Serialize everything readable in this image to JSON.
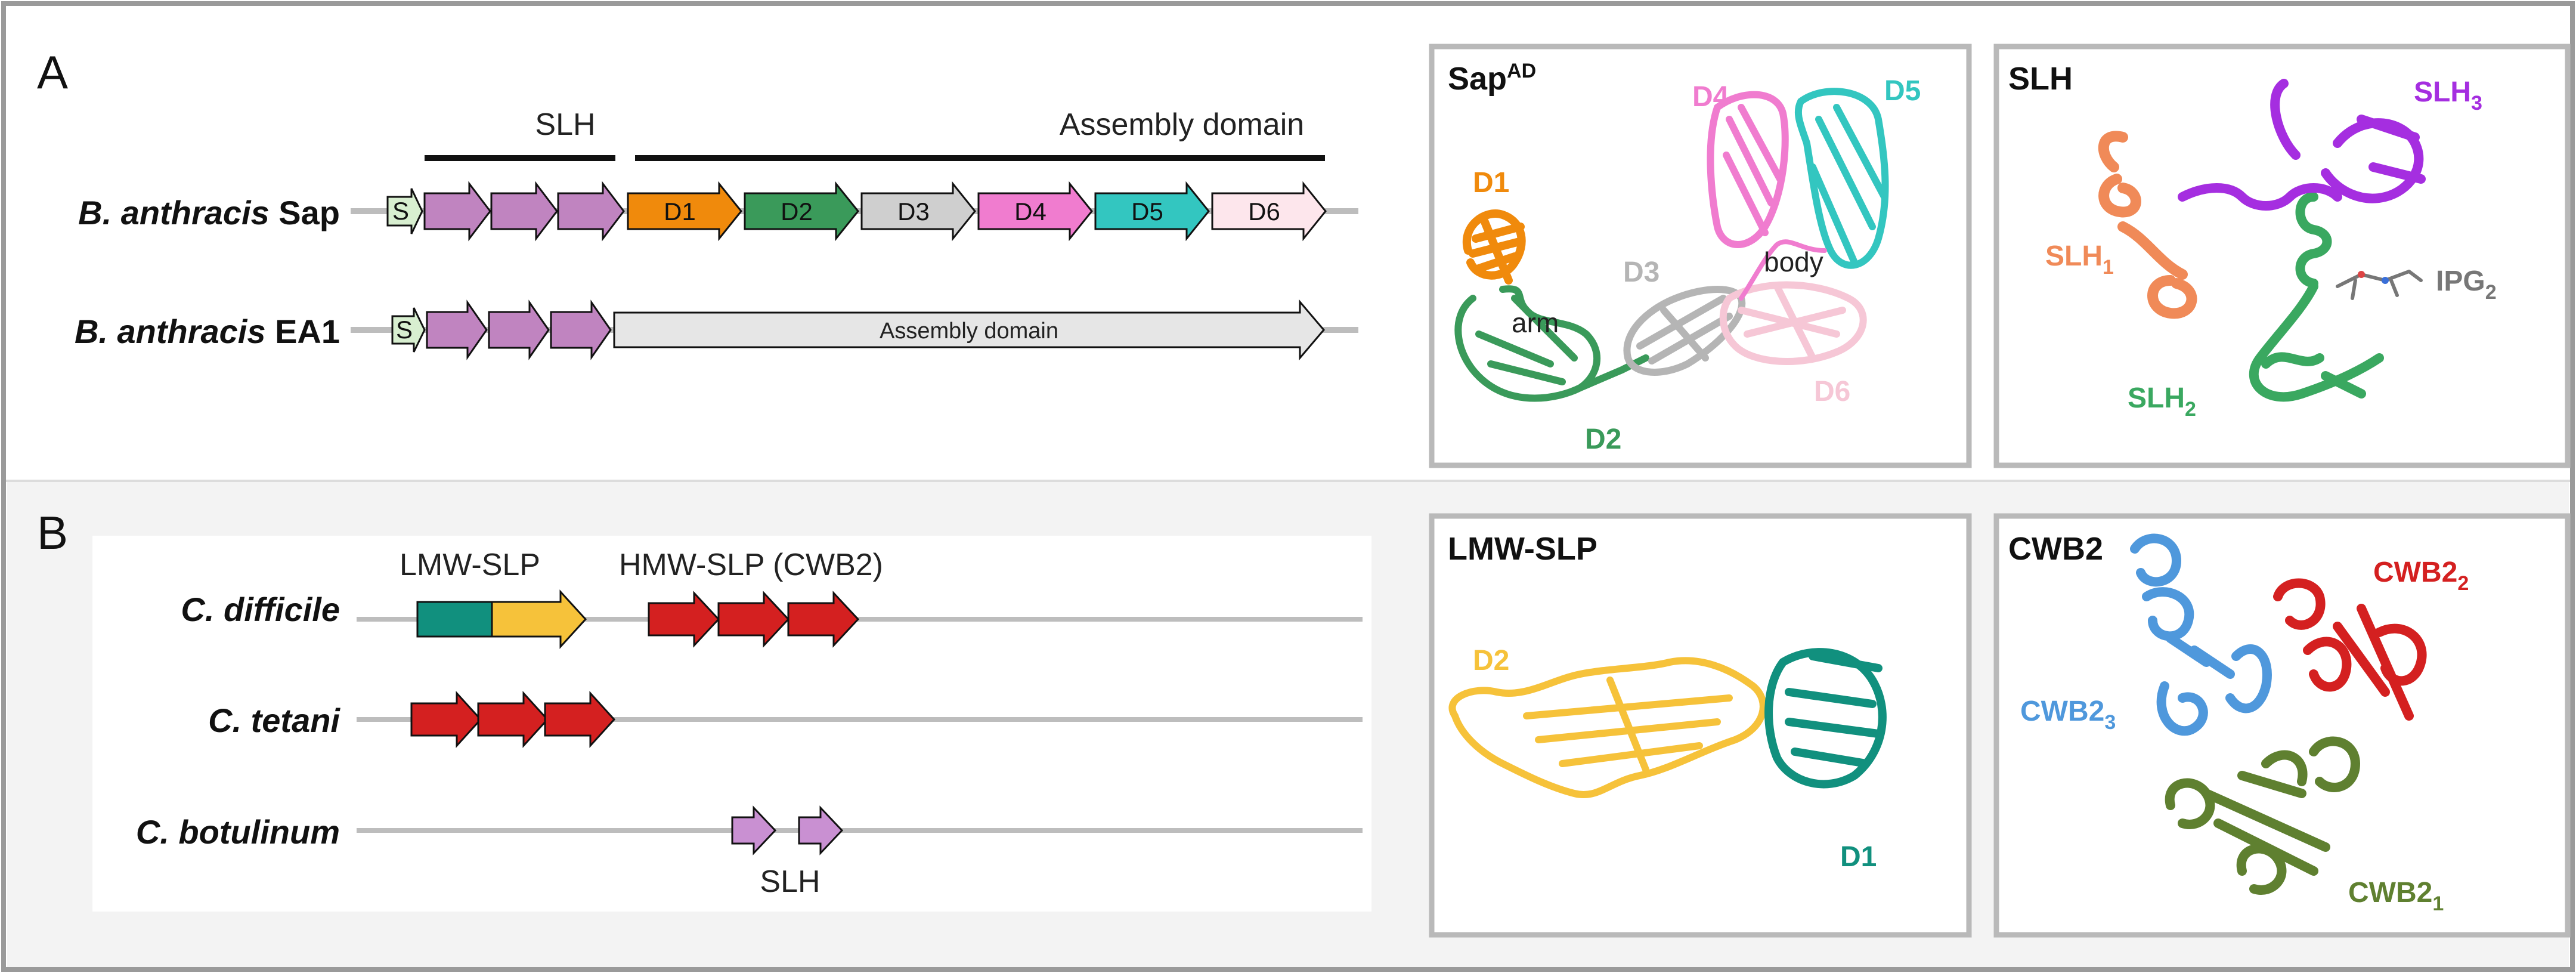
{
  "panel_a": {
    "letter": "A",
    "header_slh": "SLH",
    "header_assembly": "Assembly domain",
    "sap": {
      "species": "B. anthracis",
      "protein": "Sap",
      "s_label": "S",
      "domains": [
        {
          "label": "D1",
          "color": "#f08a0c"
        },
        {
          "label": "D2",
          "color": "#3a9a5a"
        },
        {
          "label": "D3",
          "color": "#cfcfcf"
        },
        {
          "label": "D4",
          "color": "#f07ccf"
        },
        {
          "label": "D5",
          "color": "#33c6c0"
        },
        {
          "label": "D6",
          "color": "#fde6ec"
        }
      ]
    },
    "ea1": {
      "species": "B. anthracis",
      "protein": "EA1",
      "s_label": "S",
      "assembly_label": "Assembly domain"
    },
    "sap_structure": {
      "title_main": "Sap",
      "title_sup": "AD",
      "labels": {
        "d1": "D1",
        "d2": "D2",
        "d3": "D3",
        "d4": "D4",
        "d5": "D5",
        "d6": "D6",
        "arm": "arm",
        "body": "body"
      }
    },
    "slh_structure": {
      "title": "SLH",
      "slh1_base": "SLH",
      "slh1_sub": "1",
      "slh2_base": "SLH",
      "slh2_sub": "2",
      "slh3_base": "SLH",
      "slh3_sub": "3",
      "ipg_base": "IPG",
      "ipg_sub": "2"
    }
  },
  "panel_b": {
    "letter": "B",
    "lmw_header": "LMW-SLP",
    "hmw_header": "HMW-SLP (CWB2)",
    "species": [
      "C. difficile",
      "C. tetani",
      "C. botulinum"
    ],
    "slh_label": "SLH",
    "lmw_structure": {
      "title": "LMW-SLP",
      "d2": "D2",
      "d1": "D1"
    },
    "cwb2_structure": {
      "title": "CWB2",
      "c1_base": "CWB2",
      "c1_sub": "1",
      "c2_base": "CWB2",
      "c2_sub": "2",
      "c3_base": "CWB2",
      "c3_sub": "3"
    }
  },
  "colors": {
    "slh_arrow": "#c084c0",
    "s_arrow": "#d8efd0",
    "cwb2_arrow": "#d42020",
    "lmw_teal": "#11907e",
    "lmw_yellow": "#f6c23a",
    "slh_small": "#c990d2",
    "assembly_fill": "#e6e6e6"
  }
}
